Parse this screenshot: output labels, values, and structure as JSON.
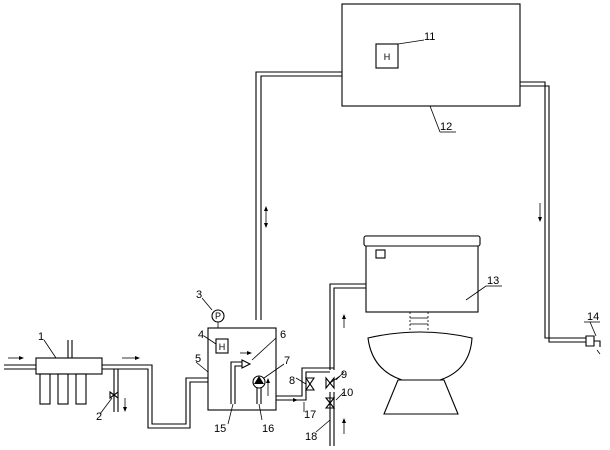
{
  "diagram": {
    "labels": {
      "l1": "1",
      "l2": "2",
      "l3": "3",
      "l4": "4",
      "l5": "5",
      "l6": "6",
      "l7": "7",
      "l8": "8",
      "l9": "9",
      "l10": "10",
      "l11": "11",
      "l12": "12",
      "l13": "13",
      "l14": "14",
      "l15": "15",
      "l16": "16",
      "l17": "17",
      "l18": "18"
    },
    "gauge_symbol": "P",
    "heater_symbol": "H"
  }
}
